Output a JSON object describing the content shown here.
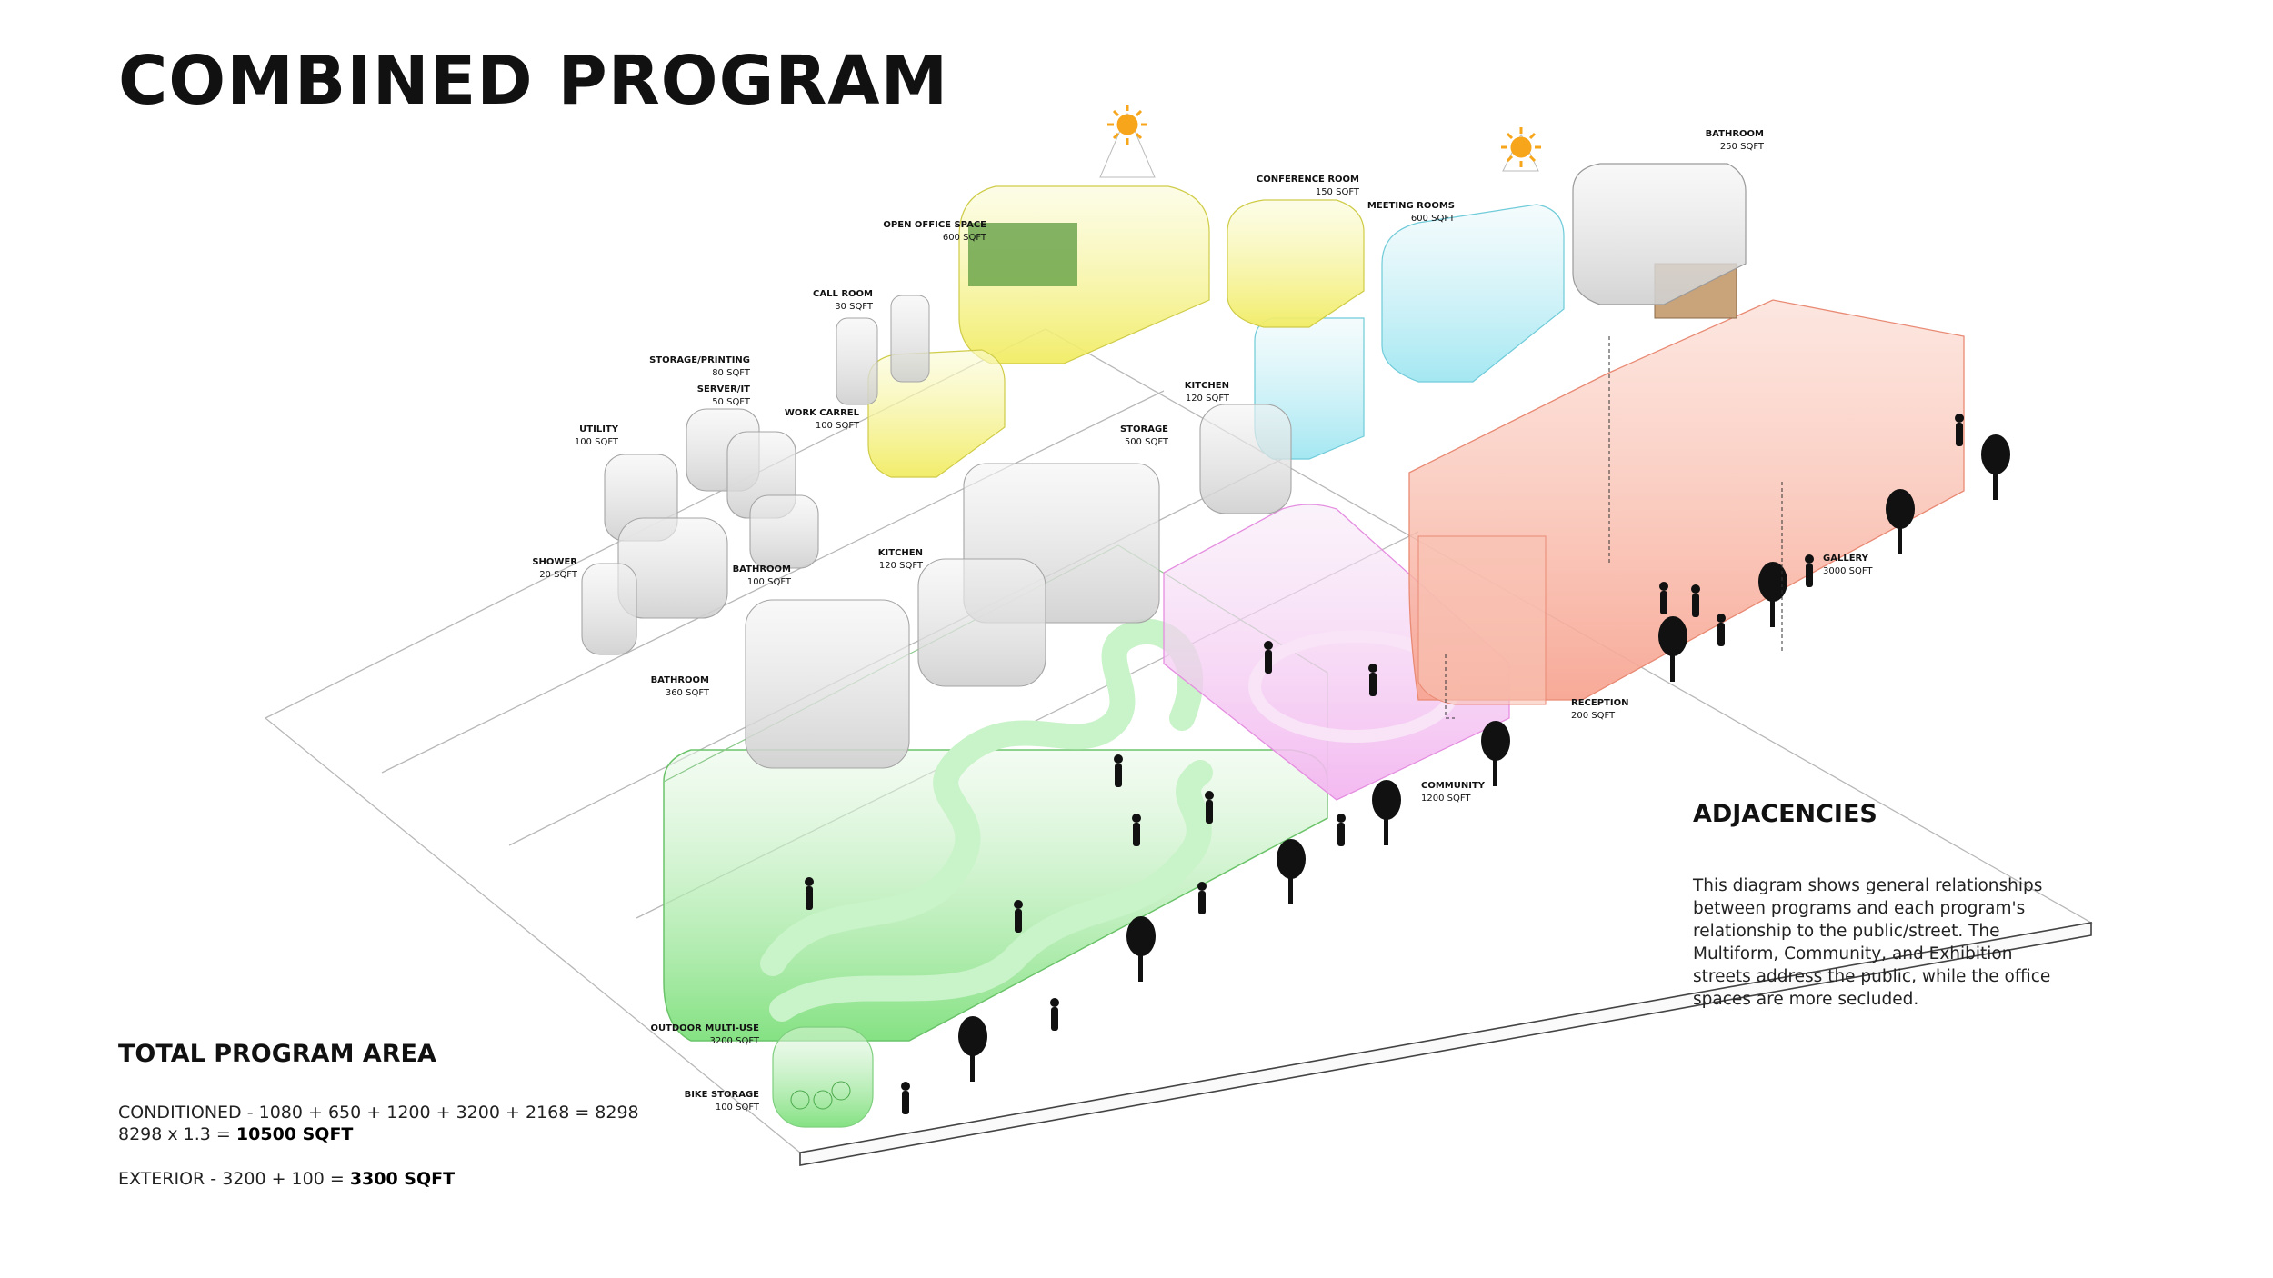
{
  "title": "COMBINED PROGRAM",
  "rooms": {
    "open_office": {
      "name": "OPEN OFFICE SPACE",
      "area": "600 SQFT"
    },
    "call_room": {
      "name": "CALL ROOM",
      "area": "30 SQFT"
    },
    "storage_printing": {
      "name": "STORAGE/PRINTING",
      "area": "80 SQFT"
    },
    "server_it": {
      "name": "SERVER/IT",
      "area": "50 SQFT"
    },
    "utility": {
      "name": "UTILITY",
      "area": "100 SQFT"
    },
    "work_carrel": {
      "name": "WORK CARREL",
      "area": "100 SQFT"
    },
    "shower": {
      "name": "SHOWER",
      "area": "20 SQFT"
    },
    "bathroom_small": {
      "name": "BATHROOM",
      "area": "100 SQFT"
    },
    "storage": {
      "name": "STORAGE",
      "area": "500 SQFT"
    },
    "kitchen_mid": {
      "name": "KITCHEN",
      "area": "120 SQFT"
    },
    "kitchen_upper": {
      "name": "KITCHEN",
      "area": "120 SQFT"
    },
    "bathroom_large": {
      "name": "BATHROOM",
      "area": "360 SQFT"
    },
    "conference_room": {
      "name": "CONFERENCE ROOM",
      "area": "150 SQFT"
    },
    "meeting_rooms": {
      "name": "MEETING ROOMS",
      "area": "600 SQFT"
    },
    "bathroom_top": {
      "name": "BATHROOM",
      "area": "250 SQFT"
    },
    "gallery": {
      "name": "GALLERY",
      "area": "3000 SQFT"
    },
    "reception": {
      "name": "RECEPTION",
      "area": "200 SQFT"
    },
    "community": {
      "name": "COMMUNITY",
      "area": "1200 SQFT"
    },
    "outdoor_multi_use": {
      "name": "OUTDOOR MULTI-USE",
      "area": "3200 SQFT"
    },
    "bike_storage": {
      "name": "BIKE STORAGE",
      "area": "100 SQFT"
    }
  },
  "adjacencies": {
    "heading": "ADJACENCIES",
    "body": "This diagram shows general relationships between programs and each program's relationship to the public/street. The Multiform, Community, and Exhibition streets address the public, while the office spaces are more secluded."
  },
  "total_program_area": {
    "heading": "TOTAL PROGRAM AREA",
    "conditioned_line": "CONDITIONED - 1080 + 650 + 1200 + 3200 + 2168 = 8298",
    "multiplier_prefix": "8298 x 1.3 = ",
    "multiplier_result": "10500 SQFT",
    "exterior_prefix": "EXTERIOR - 3200 + 100 = ",
    "exterior_result": "3300 SQFT"
  },
  "colors": {
    "outdoor_green": "#8fe58f",
    "community_pink": "#f4c2f0",
    "gallery_salmon": "#f7a592",
    "office_yellow": "#f3f07a",
    "meeting_cyan": "#aee9f2",
    "service_grey": "#d8d8d8",
    "sun_orange": "#f7a51a"
  }
}
